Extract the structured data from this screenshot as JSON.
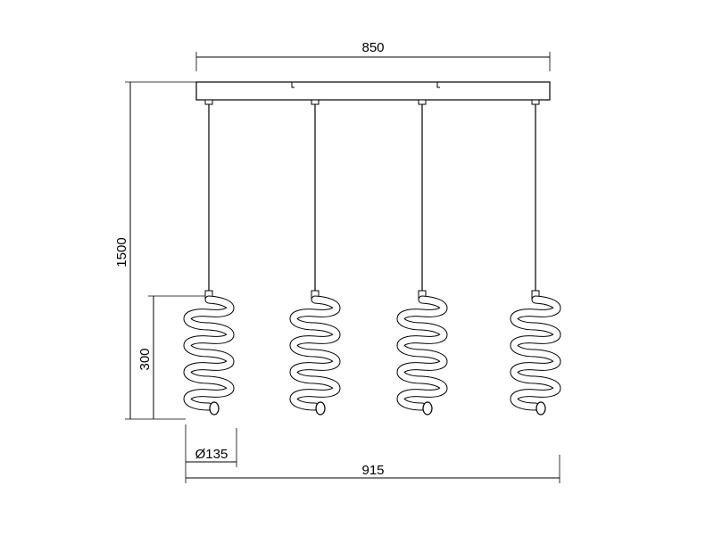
{
  "dimensions": {
    "canopy_width": "850",
    "overall_height": "1500",
    "shade_height": "300",
    "shade_diameter": "Ø135",
    "overall_width": "915"
  },
  "pendants": [
    {
      "id": 1
    },
    {
      "id": 2
    },
    {
      "id": 3
    },
    {
      "id": 4
    }
  ]
}
